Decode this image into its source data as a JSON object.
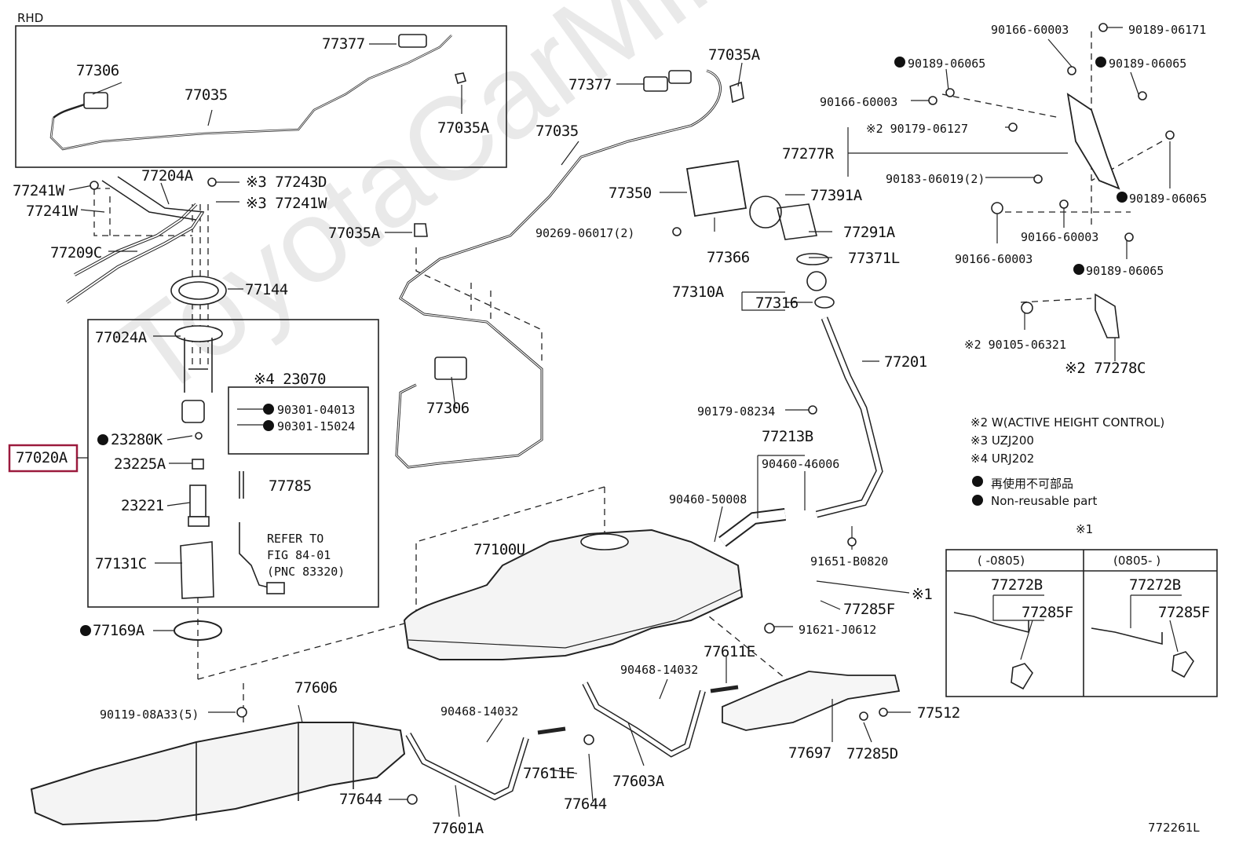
{
  "diagram_id": "772261L",
  "watermark": "ToyotaCarMinT",
  "box_label_rhd": "RHD",
  "legend": {
    "note2": "※2 W(ACTIVE HEIGHT CONTROL)",
    "note3": "※3 UZJ200",
    "note4": "※4 URJ202",
    "jp": "再使用不可部品",
    "en": "Non-reusable part"
  },
  "table": {
    "mark": "※1",
    "col1": "(     -0805)",
    "col2": "(0805-      )"
  },
  "refer": {
    "l1": "REFER TO",
    "l2": "FIG 84-01",
    "l3": "(PNC 83320)"
  },
  "parts": {
    "p77377a": "77377",
    "p77306a": "77306",
    "p77035a1": "77035",
    "p77035Aa": "77035A",
    "p77377b": "77377",
    "p77035Ab": "77035A",
    "p77035b": "77035",
    "p77035Ac": "77035A",
    "p77306b": "77306",
    "p77241W1": "77241W",
    "p77241W2": "77241W",
    "p77204A": "77204A",
    "p77243D": "※3 77243D",
    "p77241W3": "※3 77241W",
    "p77209C": "77209C",
    "p77144": "77144",
    "p77024A": "77024A",
    "p23070": "※4 23070",
    "p90301a": "90301-04013",
    "p90301b": "90301-15024",
    "p23280K": "23280K",
    "p77020A": "77020A",
    "p23225A": "23225A",
    "p77785": "77785",
    "p23221": "23221",
    "p77131C": "77131C",
    "p77169A": "77169A",
    "p77350": "77350",
    "p90269": "90269-06017(2)",
    "p77366": "77366",
    "p77391A": "77391A",
    "p77291A": "77291A",
    "p77371L": "77371L",
    "p77310A": "77310A",
    "p77316": "77316",
    "p77201": "77201",
    "p90179_08234": "90179-08234",
    "p77213B": "77213B",
    "p90460_46006": "90460-46006",
    "p90460_50008": "90460-50008",
    "p77100U": "77100U",
    "p91651": "91651-B0820",
    "p77285Fa": "77285F",
    "p91621": "91621-J0612",
    "p77611Ea": "77611E",
    "p90468a": "90468-14032",
    "p77606": "77606",
    "p90119": "90119-08A33(5)",
    "p90468b": "90468-14032",
    "p77611Eb": "77611E",
    "p77644a": "77644",
    "p77644b": "77644",
    "p77603A": "77603A",
    "p77601A": "77601A",
    "p77697": "77697",
    "p77285D": "77285D",
    "p77512": "77512",
    "p90166a": "90166-60003",
    "p90189a": "90189-06171",
    "p90189b": "90189-06065",
    "p90189c": "90189-06065",
    "p90166b": "90166-60003",
    "p90179_06127": "※2 90179-06127",
    "p77277R": "77277R",
    "p90183": "90183-06019(2)",
    "p90189d": "90189-06065",
    "p90166c": "90166-60003",
    "p90166d": "90166-60003",
    "p90189e": "90189-06065",
    "p90105": "※2 90105-06321",
    "p77278C": "※2 77278C",
    "p77272Ba": "77272B",
    "p77285Fb": "77285F",
    "p77272Bb": "77272B",
    "p77285Fc": "77285F",
    "p77285Fmark": "※1"
  }
}
